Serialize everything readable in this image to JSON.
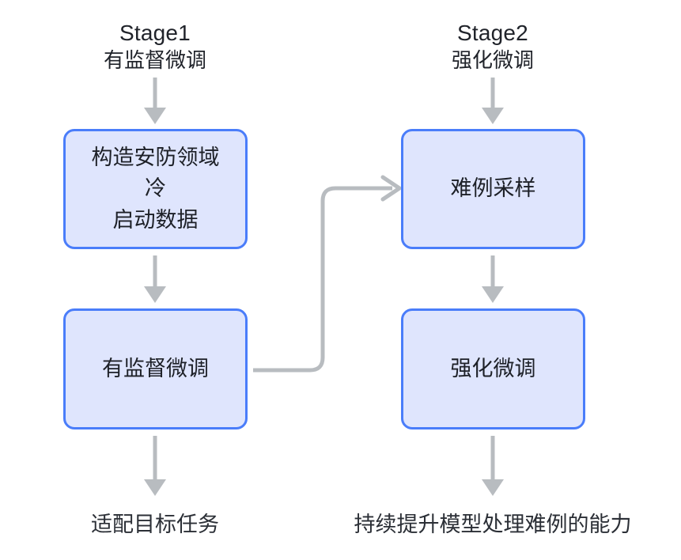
{
  "diagram": {
    "type": "flowchart",
    "orientation": "two-column-vertical",
    "title_present": false,
    "colors": {
      "box_border": "#4a7dfa",
      "box_fill": "#dfe5fd",
      "connector": "#b8bcc0",
      "text": "#20232a",
      "background": "#ffffff"
    },
    "stages": [
      {
        "id": "stage1",
        "title": "Stage1",
        "subtitle": "有监督微调"
      },
      {
        "id": "stage2",
        "title": "Stage2",
        "subtitle": "强化微调"
      }
    ],
    "nodes": [
      {
        "id": "cold-start-data",
        "label": "构造安防领域冷启动数据",
        "line1": "构造安防领域冷",
        "line2": "启动数据",
        "column": "left",
        "row": 1
      },
      {
        "id": "supervised-finetune",
        "label": "有监督微调",
        "line1": "有监督微调",
        "line2": "",
        "column": "left",
        "row": 2
      },
      {
        "id": "hard-example-sampling",
        "label": "难例采样",
        "line1": "难例采样",
        "line2": "",
        "column": "right",
        "row": 1
      },
      {
        "id": "reinforcement-finetune",
        "label": "强化微调",
        "line1": "强化微调",
        "line2": "",
        "column": "right",
        "row": 2
      }
    ],
    "outcomes": [
      {
        "id": "outcome-left",
        "label": "适配目标任务"
      },
      {
        "id": "outcome-right",
        "label": "持续提升模型处理难例的能力"
      }
    ],
    "edges": [
      {
        "id": "edge-stage1-to-cold-start",
        "from": "stage1",
        "to": "cold-start-data",
        "style": "straight-down-arrow"
      },
      {
        "id": "edge-cold-start-to-sft",
        "from": "cold-start-data",
        "to": "supervised-finetune",
        "style": "straight-down-arrow"
      },
      {
        "id": "edge-sft-to-outcome-left",
        "from": "supervised-finetune",
        "to": "outcome-left",
        "style": "straight-down-arrow"
      },
      {
        "id": "edge-stage2-to-sampling",
        "from": "stage2",
        "to": "hard-example-sampling",
        "style": "straight-down-arrow"
      },
      {
        "id": "edge-sampling-to-rft",
        "from": "hard-example-sampling",
        "to": "reinforcement-finetune",
        "style": "straight-down-arrow"
      },
      {
        "id": "edge-rft-to-outcome-right",
        "from": "reinforcement-finetune",
        "to": "outcome-right",
        "style": "straight-down-arrow"
      },
      {
        "id": "edge-sft-to-sampling",
        "from": "supervised-finetune",
        "to": "hard-example-sampling",
        "style": "elbow-right-up-right-arrow"
      }
    ]
  }
}
